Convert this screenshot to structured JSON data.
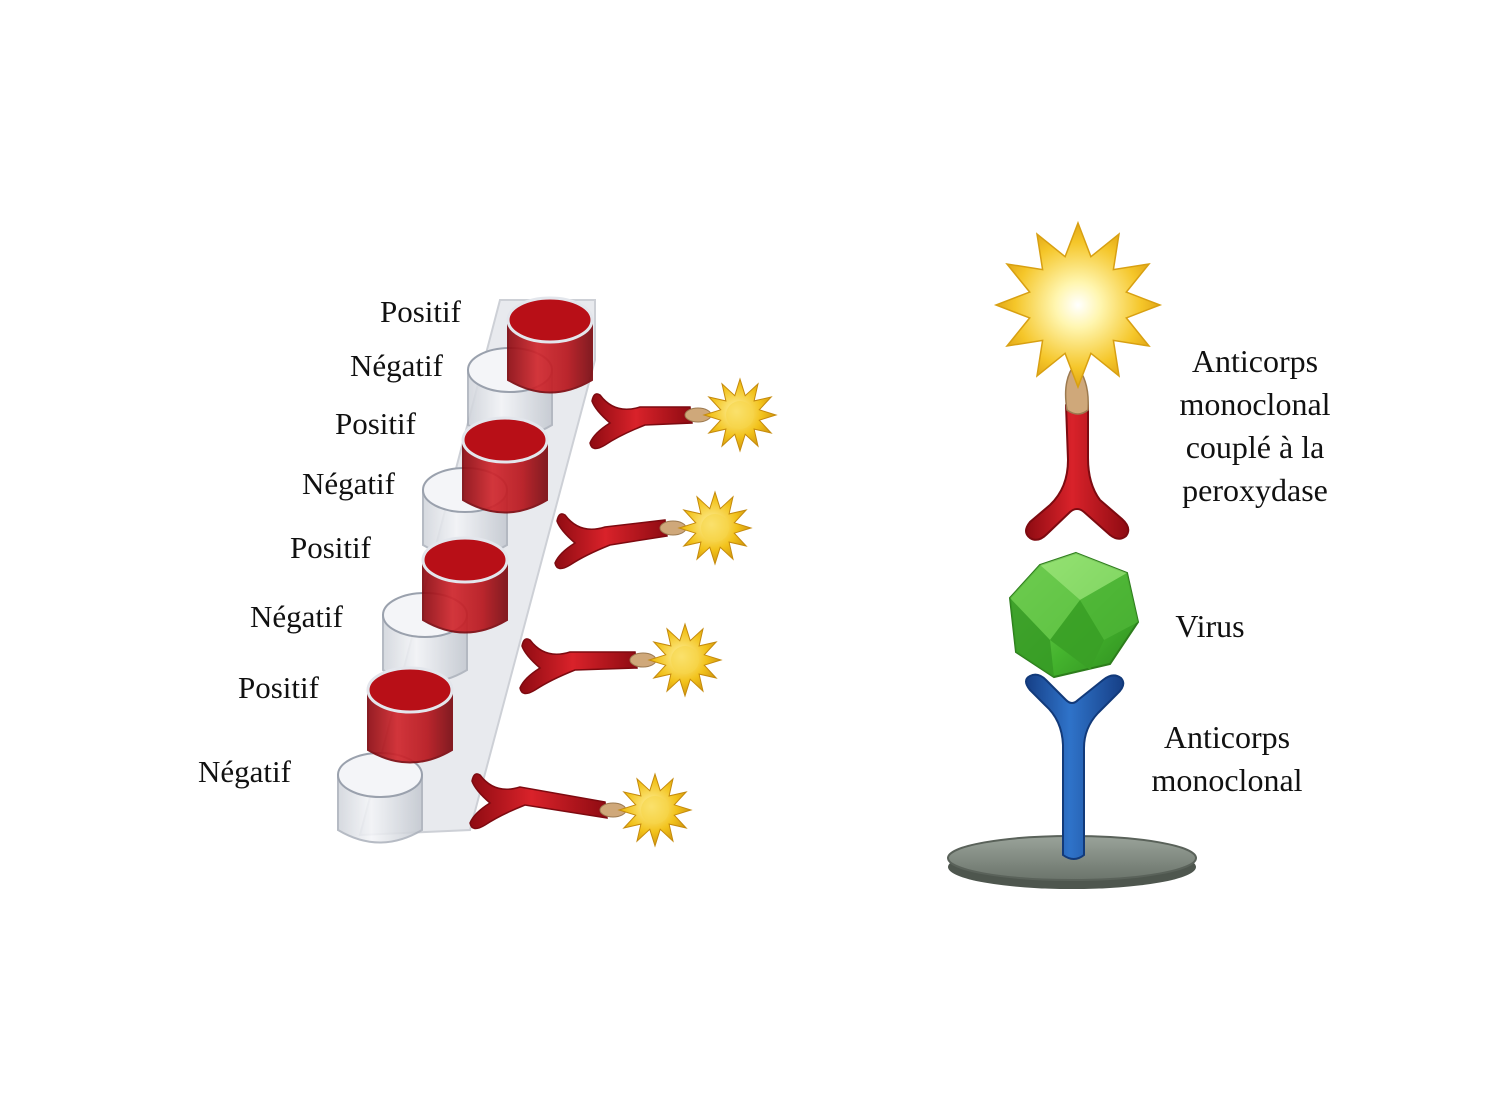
{
  "wells": [
    {
      "positive": "Positif",
      "negative": "Négatif"
    },
    {
      "positive": "Positif",
      "negative": "Négatif"
    },
    {
      "positive": "Positif",
      "negative": "Négatif"
    },
    {
      "positive": "Positif",
      "negative": "Négatif"
    }
  ],
  "legend": {
    "conjugate": [
      "Anticorps",
      "monoclonal",
      "couplé à la",
      "peroxydase"
    ],
    "virus": "Virus",
    "capture": [
      "Anticorps",
      "monoclonal"
    ]
  },
  "colors": {
    "positive_fill": "#c0141c",
    "antibody_conjugate": "#c8161e",
    "antibody_capture": "#1f5fb4",
    "virus": "#52c13a",
    "enzyme": "#f2c21a",
    "plate": "#8c968c"
  }
}
